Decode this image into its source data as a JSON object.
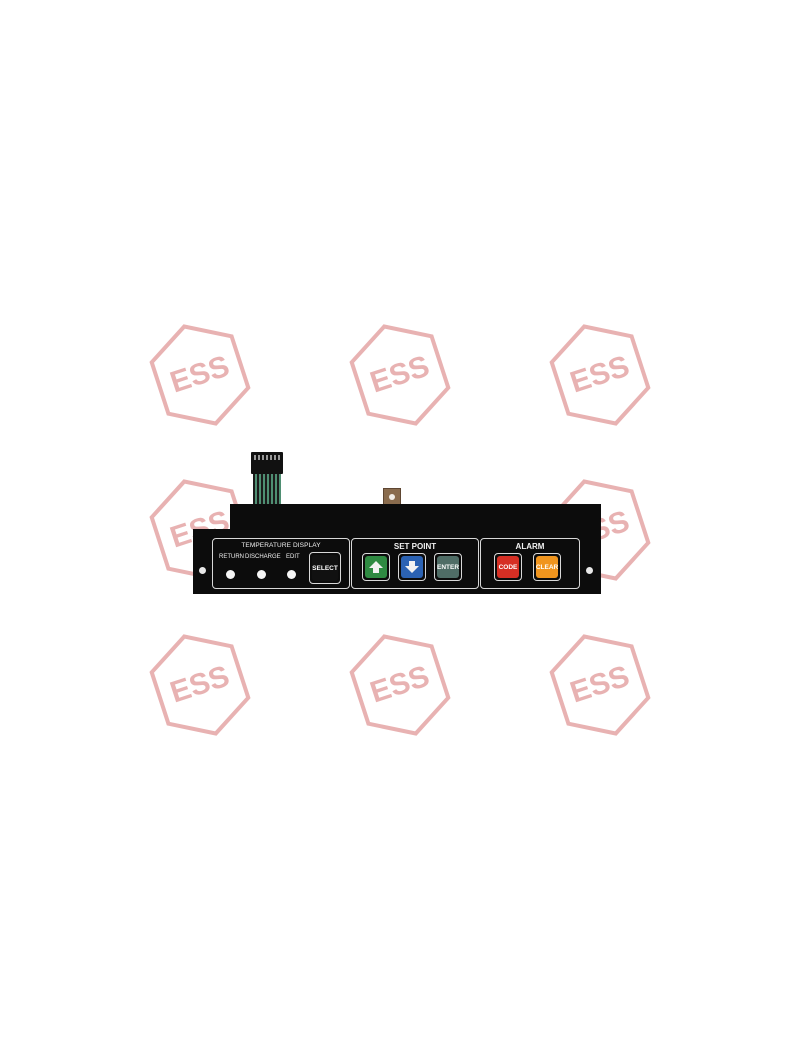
{
  "watermark": {
    "text": "ESS",
    "color": "#e8b2b2"
  },
  "keypad": {
    "temperature_display": {
      "title": "TEMPERATURE DISPLAY",
      "labels": [
        "RETURN",
        "DISCHARGE",
        "EDIT"
      ],
      "select_label": "SELECT"
    },
    "set_point": {
      "title": "SET POINT",
      "up_icon": "arrow-up-icon",
      "down_icon": "arrow-down-icon",
      "enter_label": "ENTER"
    },
    "alarm": {
      "title": "ALARM",
      "code_label": "CODE",
      "clear_label": "CLEAR"
    }
  },
  "colors": {
    "board": "#0c0c0c",
    "up_key": "#2f8a42",
    "down_key": "#2b62b3",
    "enter_key": "#4f6d66",
    "code_key": "#d62f24",
    "clear_key": "#f0951e",
    "select_key": "#111111"
  }
}
